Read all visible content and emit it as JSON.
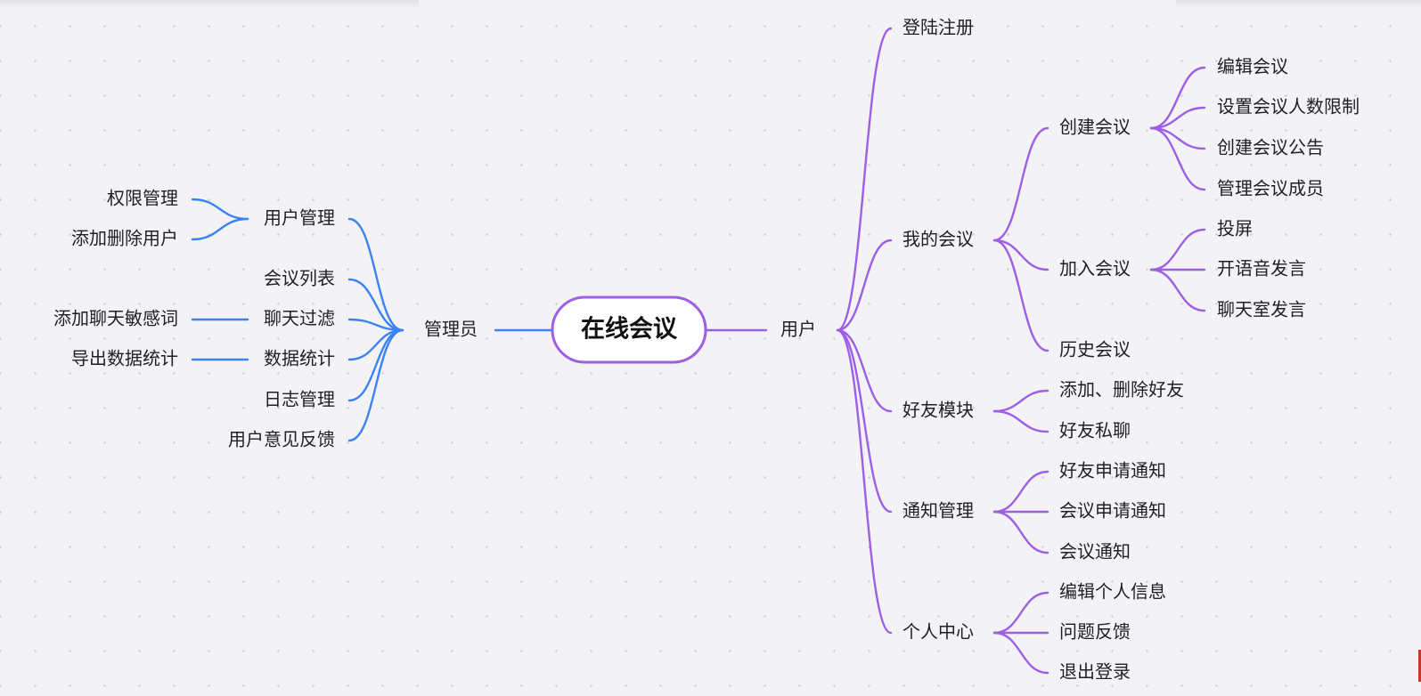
{
  "colors": {
    "admin_branch": "#3b82f6",
    "user_branch": "#9e5ee6",
    "root_border": "#9e5ee6",
    "root_fill": "#ffffff",
    "text": "#1f1f24"
  },
  "mindmap": {
    "root": {
      "label": "在线会议"
    },
    "admin": {
      "label": "管理员",
      "children": [
        {
          "label": "用户管理",
          "children": [
            {
              "label": "权限管理"
            },
            {
              "label": "添加删除用户"
            }
          ]
        },
        {
          "label": "会议列表"
        },
        {
          "label": "聊天过滤",
          "children": [
            {
              "label": "添加聊天敏感词"
            }
          ]
        },
        {
          "label": "数据统计",
          "children": [
            {
              "label": "导出数据统计"
            }
          ]
        },
        {
          "label": "日志管理"
        },
        {
          "label": "用户意见反馈"
        }
      ]
    },
    "user": {
      "label": "用户",
      "children": [
        {
          "label": "登陆注册"
        },
        {
          "label": "我的会议",
          "children": [
            {
              "label": "创建会议",
              "children": [
                {
                  "label": "编辑会议"
                },
                {
                  "label": "设置会议人数限制"
                },
                {
                  "label": "创建会议公告"
                },
                {
                  "label": "管理会议成员"
                }
              ]
            },
            {
              "label": "加入会议",
              "children": [
                {
                  "label": "投屏"
                },
                {
                  "label": "开语音发言"
                },
                {
                  "label": "聊天室发言"
                }
              ]
            },
            {
              "label": "历史会议"
            }
          ]
        },
        {
          "label": "好友模块",
          "children": [
            {
              "label": "添加、删除好友"
            },
            {
              "label": "好友私聊"
            }
          ]
        },
        {
          "label": "通知管理",
          "children": [
            {
              "label": "好友申请通知"
            },
            {
              "label": "会议申请通知"
            },
            {
              "label": "会议通知"
            }
          ]
        },
        {
          "label": "个人中心",
          "children": [
            {
              "label": "编辑个人信息"
            },
            {
              "label": "问题反馈"
            },
            {
              "label": "退出登录"
            }
          ]
        }
      ]
    }
  }
}
